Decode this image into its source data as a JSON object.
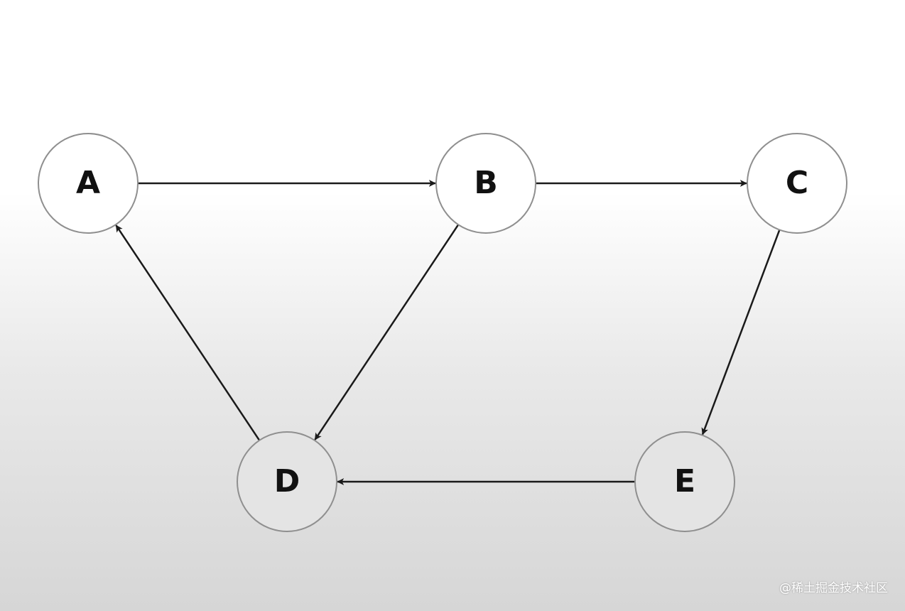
{
  "nodes": [
    {
      "id": "A",
      "label": "A"
    },
    {
      "id": "B",
      "label": "B"
    },
    {
      "id": "C",
      "label": "C"
    },
    {
      "id": "D",
      "label": "D"
    },
    {
      "id": "E",
      "label": "E"
    }
  ],
  "edges": [
    {
      "from": "A",
      "to": "B"
    },
    {
      "from": "B",
      "to": "C"
    },
    {
      "from": "B",
      "to": "D"
    },
    {
      "from": "C",
      "to": "E"
    },
    {
      "from": "E",
      "to": "D"
    },
    {
      "from": "D",
      "to": "A"
    }
  ],
  "watermark": "@稀土掘金技术社区",
  "colors": {
    "node_stroke": "#8f8f8f",
    "edge": "#1a1a1a",
    "label": "#111111"
  }
}
